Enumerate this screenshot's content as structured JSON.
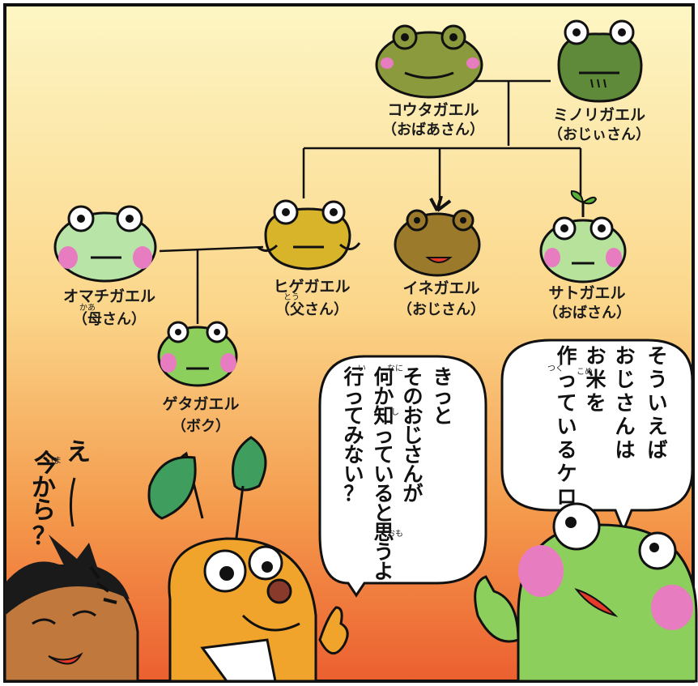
{
  "family_tree": {
    "kouta": {
      "name": "コウタガエル",
      "role": "（おばあさん）"
    },
    "minori": {
      "name": "ミノリガエル",
      "role": "（おじぃさん）"
    },
    "omachi": {
      "name": "オマチガエル",
      "role": "（母さん）",
      "ruby": "かあ"
    },
    "hige": {
      "name": "ヒゲガエル",
      "role": "（父さん）",
      "ruby": "とう"
    },
    "ine": {
      "name": "イネガエル",
      "role": "（おじさん）"
    },
    "sato": {
      "name": "サトガエル",
      "role": "（おばさん）"
    },
    "geta": {
      "name": "ゲタガエル",
      "role": "（ボク）"
    }
  },
  "speech": {
    "frog_bubble": [
      "そういえば",
      "おじさんは",
      "お米を",
      "作っているケロ"
    ],
    "frog_bubble_ruby": {
      "kome": "こめ",
      "tsuku": "つく"
    },
    "sprout_bubble": [
      "きっと",
      "そのおじさんが",
      "何か知っていると思うよ",
      "行ってみない？"
    ],
    "sprout_bubble_ruby": {
      "nani": "なに",
      "shi": "し",
      "omo": "おも",
      "i": "い"
    }
  },
  "handwritten": {
    "e": "え",
    "ima": "今",
    "ima_ruby": "いま",
    "kara": "から",
    "q": "？"
  },
  "colors": {
    "bg_top": "#fdf6c4",
    "bg_mid": "#f8c065",
    "bg_bottom": "#ee6b35",
    "kouta": "#8a9a3c",
    "minori": "#5e8a3a",
    "omachi": "#b8e4a8",
    "hige": "#d8b42a",
    "ine": "#9c7a2c",
    "sato": "#b6e29c",
    "geta": "#8ccf5c",
    "cheek": "#e87cc0",
    "sprout": "#f0a42c",
    "boy_skin": "#c0783c"
  }
}
